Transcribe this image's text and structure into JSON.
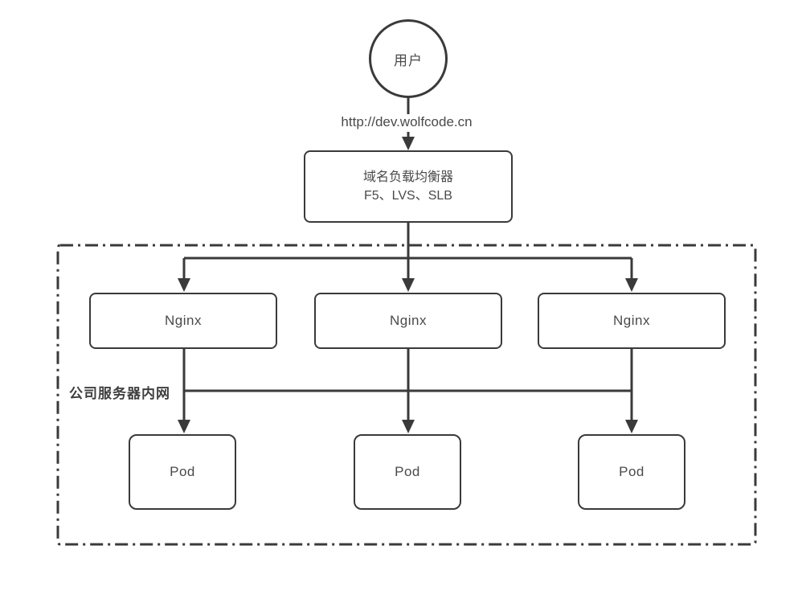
{
  "diagram": {
    "title_hint": "domain-load-balancing-architecture",
    "user_label": "用户",
    "url_label": "http://dev.wolfcode.cn",
    "load_balancer": {
      "line1": "域名负载均衡器",
      "line2": "F5、LVS、SLB"
    },
    "intranet_label": "公司服务器内网",
    "nginx_nodes": [
      {
        "label": "Nginx"
      },
      {
        "label": "Nginx"
      },
      {
        "label": "Nginx"
      }
    ],
    "pod_nodes": [
      {
        "label": "Pod"
      },
      {
        "label": "Pod"
      },
      {
        "label": "Pod"
      }
    ],
    "colors": {
      "stroke": "#3a3a3a",
      "text": "#4a4a4a",
      "background": "#ffffff"
    }
  }
}
